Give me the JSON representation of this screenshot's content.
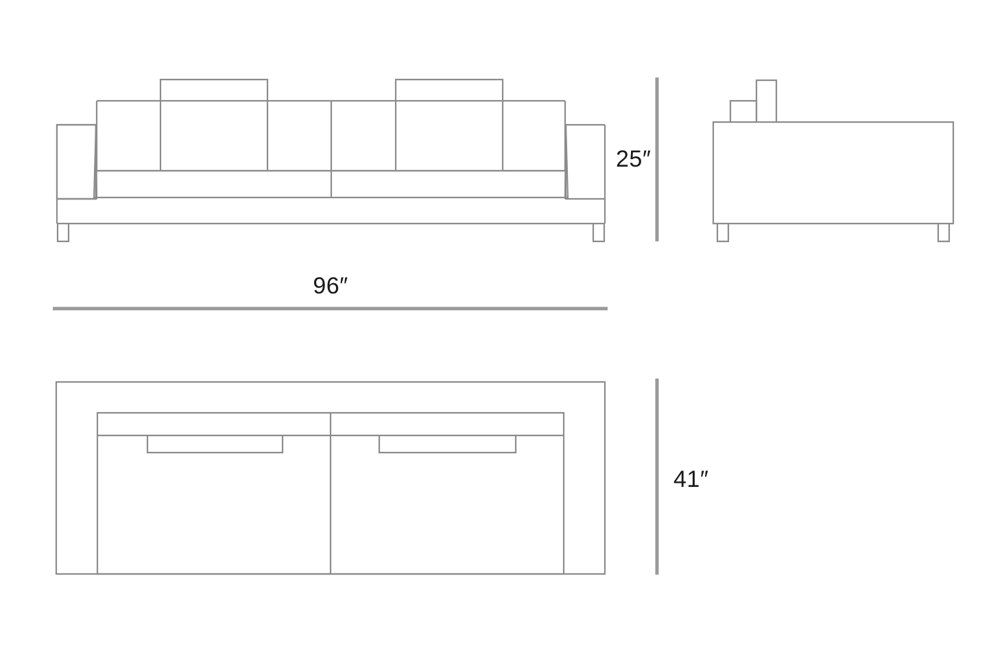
{
  "drawing": {
    "title": "Sofa dimension drawing",
    "line_color": "#8c8c8c",
    "dimension_line_color": "#9a9a9a",
    "label_color": "#1a1a1a",
    "background_color": "#ffffff"
  },
  "views": {
    "front": {
      "name": "front-elevation"
    },
    "side": {
      "name": "side-elevation"
    },
    "top": {
      "name": "top-plan"
    }
  },
  "dimensions": {
    "height": {
      "value": "25″",
      "label": "25″",
      "measure": "height",
      "view": "front-elevation"
    },
    "width": {
      "value": "96″",
      "label": "96″",
      "measure": "width",
      "view": "front-elevation"
    },
    "depth": {
      "value": "41″",
      "label": "41″",
      "measure": "depth",
      "view": "top-plan"
    }
  }
}
